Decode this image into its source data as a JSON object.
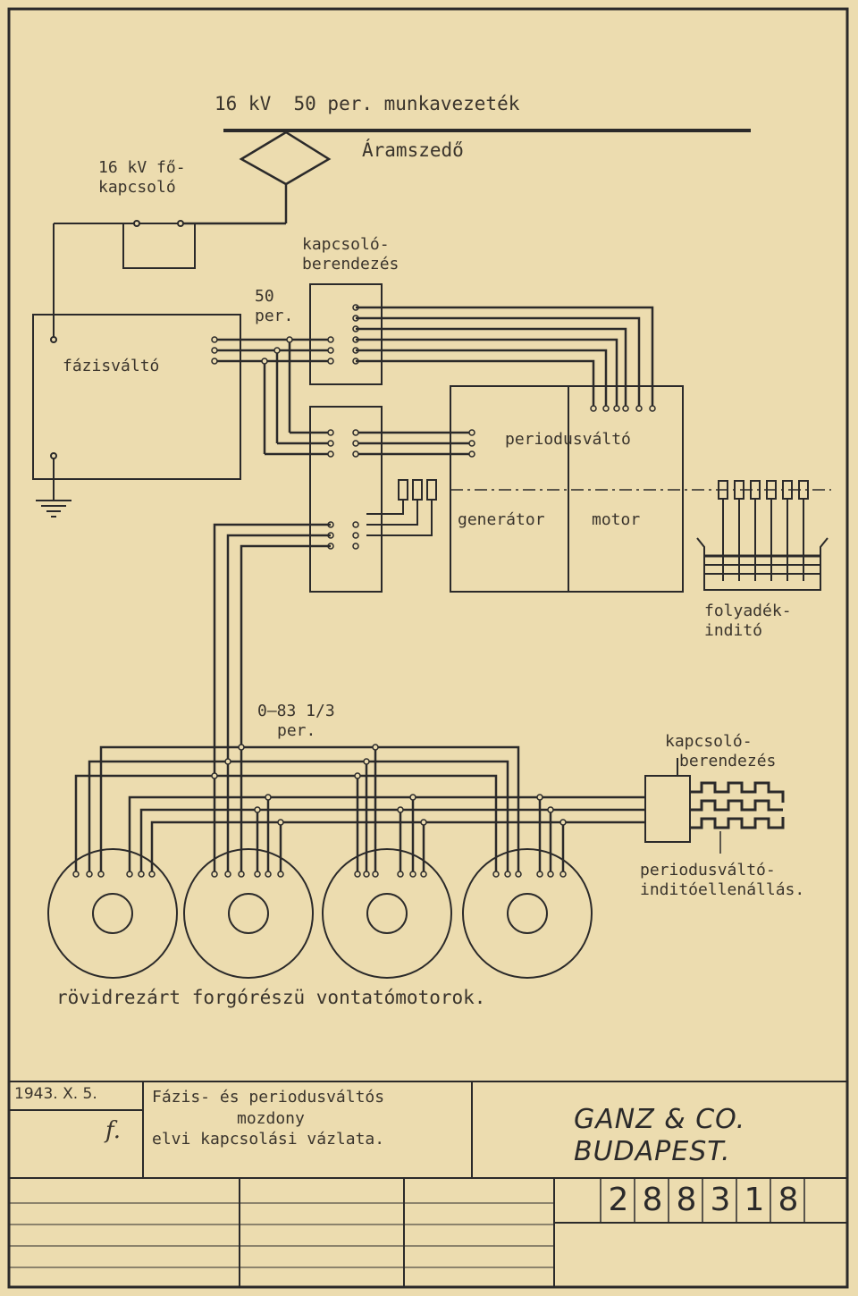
{
  "top_line_label": "16 kV  50 per. munkavezeték",
  "current_collector": "Áramszedő",
  "main_switch": [
    "16 kV fő-",
    "kapcsoló"
  ],
  "switchgear_top": [
    "kapcsoló-",
    "berendezés"
  ],
  "frequency_50": [
    "50",
    "per."
  ],
  "phase_converter": "fázisváltó",
  "frequency_converter": "periodusváltó",
  "generator": "generátor",
  "motor": "motor",
  "liquid_starter": [
    "folyadék-",
    "inditó"
  ],
  "frequency_range": [
    "0—83 1/3",
    "per."
  ],
  "switchgear_right": [
    "kapcsoló-",
    "berendezés"
  ],
  "starting_resistor": [
    "periodusváltó-",
    "inditóellenállás."
  ],
  "traction_motors": "rövidrezárt forgórészü vontatómotorok.",
  "title_block": {
    "date": "1943. X. 5.",
    "initials": "f.",
    "title_lines": [
      "Fázis- és periodusváltós",
      "mozdony",
      "elvi kapcsolási vázlata."
    ],
    "company_line1": "GANZ & CO.",
    "company_line2": "BUDAPEST.",
    "drawing_number": [
      "2",
      "8",
      "8",
      "3",
      "1",
      "8"
    ]
  },
  "colors": {
    "paper": "#ecdcaf",
    "ink": "#3a342c",
    "line": "#2b2a2a"
  }
}
